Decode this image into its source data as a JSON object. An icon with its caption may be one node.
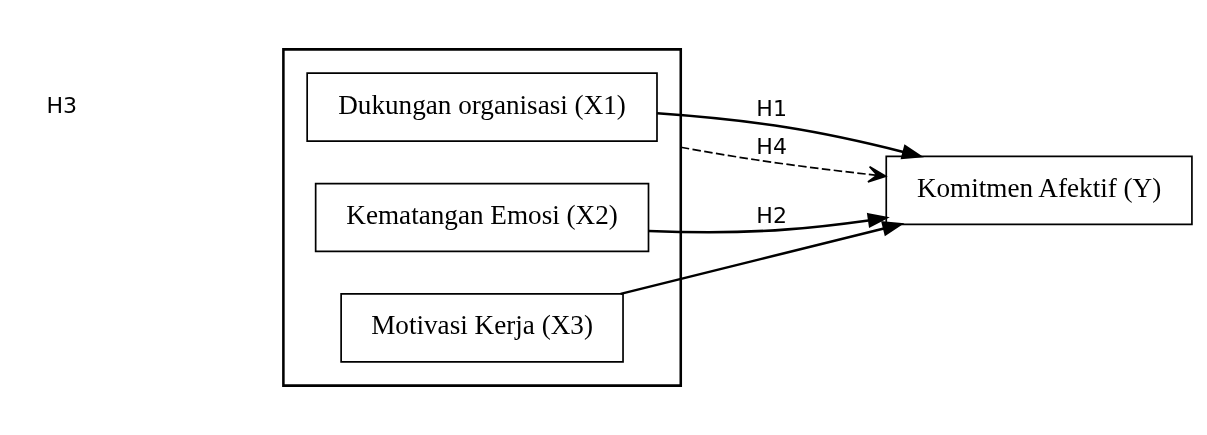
{
  "diagram": {
    "nodes": [
      {
        "text": [],
        "shape": "box"
      },
      {
        "text": [
          "Dukungan organisasi (X1)"
        ],
        "in": 0
      },
      {
        "text": [
          "Kematangan Emosi (X2)"
        ],
        "in": 0
      },
      {
        "text": [
          "Motivasi Kerja (X3)"
        ],
        "in": 0
      },
      {
        "text": [
          "Komitmen Afektif (Y)"
        ]
      }
    ],
    "edges": [
      {
        "from": 1,
        "to": 4,
        "arrow": "to",
        "label": "H1"
      },
      {
        "from": 2,
        "to": 4,
        "arrow": "to",
        "label": "H2"
      },
      {
        "from": 3,
        "to": 4,
        "arrow": "to"
      },
      {
        "from": 0,
        "to": 4,
        "arrow": "to",
        "label": "H4",
        "style": "dashed"
      }
    ],
    "labels": [
      "H3"
    ]
  }
}
